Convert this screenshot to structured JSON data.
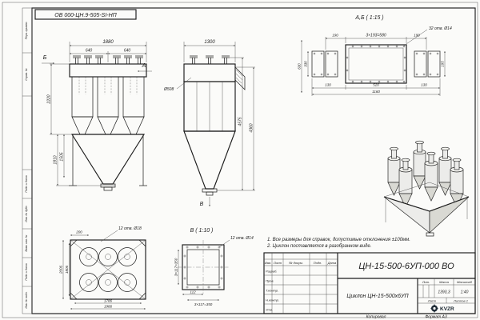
{
  "frame": {
    "stamp_top": "ОВ 000-ЦН.9-505-SI-НП",
    "margin_labels": [
      "Перв. примен.",
      "Справ. №",
      "Подп. и дата",
      "Инв. № дубл.",
      "Взам. инв. №",
      "Подп. и дата",
      "Инв. № подл."
    ]
  },
  "front_view": {
    "dim_1880": "1880",
    "dim_640_left": "640",
    "dim_640_right": "640",
    "dim_2220": "2220",
    "dim_1810": "1810",
    "dim_1505": "1505",
    "label_a": "А",
    "label_b": "Б"
  },
  "side_view": {
    "dim_1300": "1300",
    "dim_4575": "4575",
    "dim_4360": "4360",
    "dim_d508": "Ø508",
    "label_v": "В"
  },
  "section_ab": {
    "title": "А,Б ( 1:15 )",
    "dim_pitch": "3×193=580",
    "dim_190_left": "190",
    "dim_190_right": "190",
    "holes": "32 отв. Ø14",
    "dim_630": "630",
    "dim_330": "330",
    "dim_195": "195",
    "dim_130_left": "130",
    "dim_520": "520",
    "dim_130_right": "130",
    "dim_1160": "1160"
  },
  "view_v": {
    "title": "В ( 1:10 )",
    "dim_200": "200",
    "holes_18": "12 отв. Ø18",
    "dim_2006": "2006",
    "dim_1806": "1806",
    "dim_1786": "1786",
    "dim_1986": "1986",
    "holes_14": "12 отв. Ø14",
    "pitch_left": "3×117=350",
    "dim_112": "112",
    "pitch_bottom": "3×117=350"
  },
  "notes": {
    "line1": "1. Все размеры для справок, допустимые отклонения ±100мм.",
    "line2": "2. Циклон поставляется в разобранном виде."
  },
  "title_block": {
    "doc_code": "ЦН-15-500-6УП-000 ВО",
    "part_name": "Циклон ЦН-15-500х6УП",
    "col_izm": "Изм.",
    "col_list": "Лист",
    "col_doc": "№ докум.",
    "col_podp": "Подп.",
    "col_data": "Дата",
    "row_razrab": "Разраб.",
    "row_prov": "Пров.",
    "row_tkontr": "Т.контр.",
    "row_nkontr": "Н.контр.",
    "row_utv": "Утв.",
    "lit_label": "Лит.",
    "mass_label": "Масса",
    "scale_label": "Масштаб",
    "mass_value": "1393,3",
    "scale_value": "1:40",
    "sheet_label": "Лист",
    "sheets_label": "Листов 1",
    "logo_text": "KVZR",
    "copied_label": "Копировал",
    "format_label": "Формат А3"
  }
}
